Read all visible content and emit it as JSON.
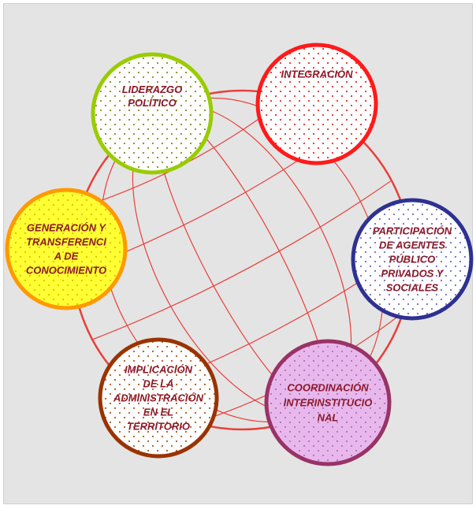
{
  "colors": {
    "background": "#e4e4e4",
    "globe_lines": "#e8403a",
    "label_text": "#8b1a2b"
  },
  "nodes": [
    {
      "id": "liderazgo",
      "lines": [
        "LIDERAZGO",
        "POLÍTICO"
      ],
      "border": "#99cc00",
      "dots": "#8a8a2a"
    },
    {
      "id": "integracion",
      "lines": [
        "INTEGRACIÓN"
      ],
      "border": "#ff1a1a",
      "dots": "#e03030"
    },
    {
      "id": "generacion",
      "lines": [
        "GENERACIÓN Y",
        "TRANSFERENCI",
        "A DE",
        "CONOCIMIENTO"
      ],
      "border": "#ff9900",
      "fill": "#ffff33",
      "dots": "#e0c000"
    },
    {
      "id": "participacion",
      "lines": [
        "PARTICIPACIÓN",
        "DE AGENTES",
        "PÚBLICO",
        "PRIVADOS Y",
        "SOCIALES"
      ],
      "border": "#2e3192",
      "dots": "#7070c0"
    },
    {
      "id": "implicacion",
      "lines": [
        "IMPLICACIÓN",
        "DE LA",
        "ADMINISTRACIÓN",
        "EN EL",
        "TERRITORIO"
      ],
      "border": "#993300",
      "dots": "#b05a20"
    },
    {
      "id": "coordinacion",
      "lines": [
        "COORDINACIÓN",
        "INTERINSTITUCIO",
        "NAL"
      ],
      "border": "#993366",
      "fill": "#e8b8ec",
      "dots": "#b070c0"
    }
  ]
}
